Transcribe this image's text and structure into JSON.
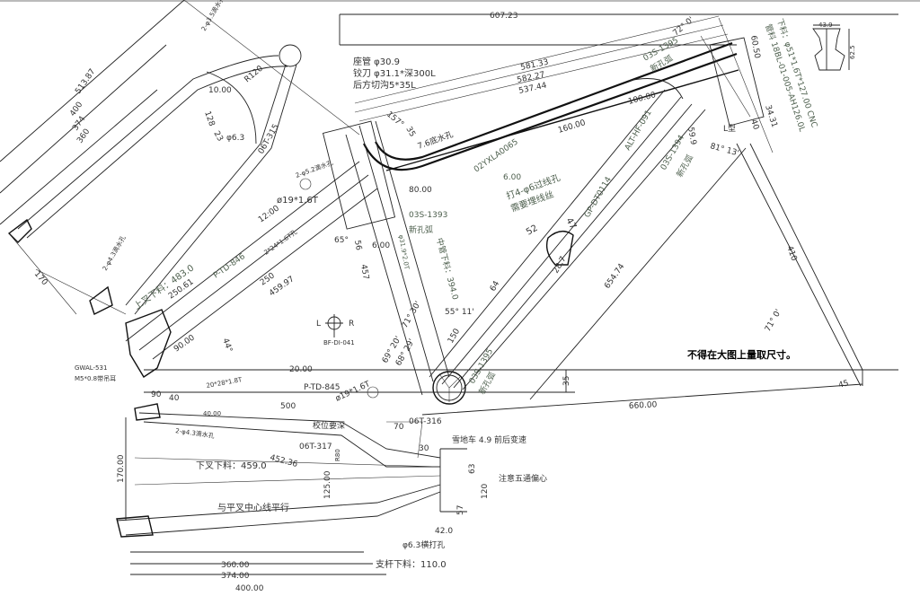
{
  "annotations": {
    "d607": "607.23",
    "seat_tube": "座管 φ30.9",
    "reamer": "铰刀 φ31.1*深300L",
    "slot": "后方切沟5*35L",
    "d581": "581.33",
    "d582": "582.27",
    "d537": "537.44",
    "a157": "157°",
    "d35a": "35",
    "drain76": "7.6底水孔",
    "d160": "160.00",
    "d100": "100.00",
    "p02yx": "02YXLA0065",
    "d6a": "6.00",
    "holes4": "打4-φ6过线孔",
    "wire": "需要埋线丝",
    "d80": "80.00",
    "a72": "72° 0'",
    "p1395a": "03S-1395",
    "newarc1": "新孔弧",
    "d6050": "60.50",
    "ht_cut": "下料：φ51*1.6T*127.00 CNC",
    "ht_mat": "管料 18BL-01-005-AH126.0L",
    "d3431": "34.31",
    "d40a": "40",
    "ltype": "L型",
    "d439": "43.9",
    "d625": "62.5",
    "d599": "59.9",
    "a81": "81° 13'",
    "p1394": "03S-1394",
    "newarc2": "新孔弧",
    "alt": "ALT-HF-091",
    "gp": "GP-DT0114",
    "d52": "52",
    "d47": "47",
    "d287": "28.7",
    "d654": "654.74",
    "d410": "410",
    "d64": "64",
    "d150": "150",
    "a55": "55° 11'",
    "a71b": "71° 30'",
    "a69": "69° 20'",
    "a68": "68° 29'",
    "warning": "不得在大图上量取尺寸。",
    "a71": "71° 0'",
    "d35b": "35",
    "d45": "45",
    "d660": "660.00",
    "p1395b": "03S-1395",
    "newarc3": "新孔弧",
    "p1393": "03S-1393",
    "newarc4": "新孔弧",
    "st_cut": "中管下料：394.0",
    "st_spec": "φ31.9*2.0T",
    "d6b": "6.00",
    "d457": "457",
    "d56": "56",
    "a65": "65°",
    "lbl_l": "L",
    "lbl_r": "R",
    "bf": "BF-DI-041",
    "phi19a": "ø19*1.6T",
    "d12": "12:00",
    "hole2": "2*24*1.6T孔",
    "ptd846": "P-TD-846",
    "d250": "250",
    "d45997": "459.97",
    "ss_cut": "上叉下料：483.0",
    "d25061": "250.61",
    "drain43a": "2-φ4.3滴水孔",
    "d170": "170",
    "d51387": "513.87",
    "d400a": "400",
    "d374a": "374",
    "d360a": "360",
    "drain35": "2-φ3.5滴水孔",
    "r120": "R120",
    "d10": "10.00",
    "d128": "128",
    "d23": "23",
    "phi63a": "φ6.3",
    "p06t315": "06T-315",
    "drain52": "2-φ5.2滴水孔",
    "gwal": "GWAL-531",
    "m5": "M5*0.8带吊耳",
    "d90": "90.00",
    "a44": "44°",
    "d20": "20.00",
    "tube20": "20*28*1.8T",
    "ptd845": "P-TD-845",
    "d500": "500",
    "phi19b": "ø19*1.6T",
    "d90b": "90",
    "d40b": "40",
    "d40c": "40.00",
    "drain43b": "2-φ4.3滴水孔",
    "deep": "校位要深",
    "d70": "70",
    "p06t316": "06T-316",
    "p06t317": "06T-317",
    "d30": "30",
    "r80": "R80",
    "snow": "雪地车 4.9 前后变速",
    "cs_cut": "下叉下料：459.0",
    "d45236": "452.36",
    "d125": "125.00",
    "d170b": "170.00",
    "bb_note": "注意五通偏心",
    "d63": "63",
    "d120": "120",
    "d57": "57",
    "d42": "42.0",
    "parallel": "与平叉中心线平行",
    "phi63b": "φ6.3横打孔",
    "strut_cut": "支杆下料：110.0",
    "d360b": "360.00",
    "d374b": "374.00",
    "d400b": "400.00"
  }
}
